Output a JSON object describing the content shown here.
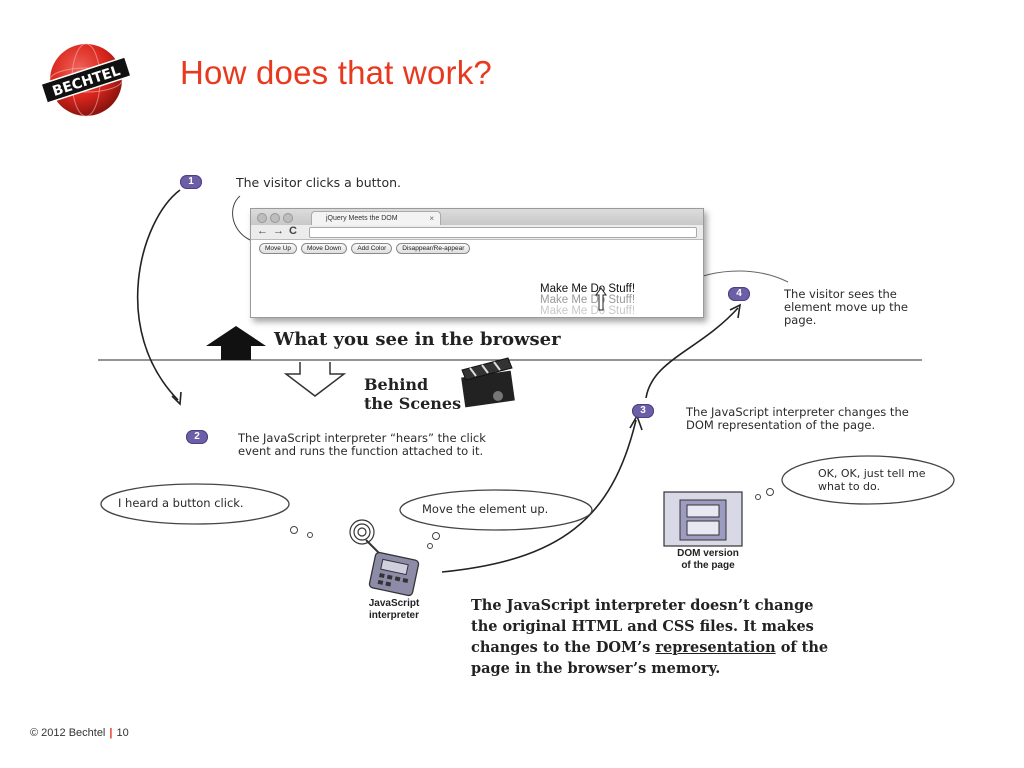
{
  "header": {
    "logo_text": "BECHTEL",
    "title": "How does that work?"
  },
  "diagram": {
    "step1": {
      "number": "1",
      "text": "The visitor clicks a button."
    },
    "browser": {
      "tab_title": "jQuery Meets the DOM",
      "buttons": [
        "Move Up",
        "Move Down",
        "Add Color",
        "Disappear/Re-appear"
      ],
      "element_text": "Make Me Do Stuff!"
    },
    "step4": {
      "number": "4",
      "text": "The visitor sees the element move up the page."
    },
    "browser_label": "What you see in the browser",
    "behind_label_line1": "Behind",
    "behind_label_line2": "the Scenes",
    "step3": {
      "number": "3",
      "text": "The JavaScript interpreter changes the DOM representation of the page."
    },
    "step2": {
      "number": "2",
      "text": "The JavaScript interpreter “hears” the click event and runs the function attached to it."
    },
    "bubble_heard": "I heard a button click.",
    "bubble_move": "Move the element up.",
    "bubble_ok": "OK, OK, just tell me what to do.",
    "dom_label_line1": "DOM version",
    "dom_label_line2": "of the page",
    "js_label_line1": "JavaScript",
    "js_label_line2": "interpreter",
    "note_line1": "The JavaScript interpreter doesn’t change",
    "note_line2": "the original HTML and CSS files. It makes",
    "note_line3_pre": "changes to the DOM’s ",
    "note_line3_link": "representation",
    "note_line3_post": " of the",
    "note_line4": "page in the browser’s memory."
  },
  "footer": {
    "copyright": "© 2012 Bechtel",
    "separator": "|",
    "page_number": "10"
  },
  "colors": {
    "title": "#e8391e",
    "badge": "#6d5fa6",
    "logo_red": "#d9261c"
  }
}
